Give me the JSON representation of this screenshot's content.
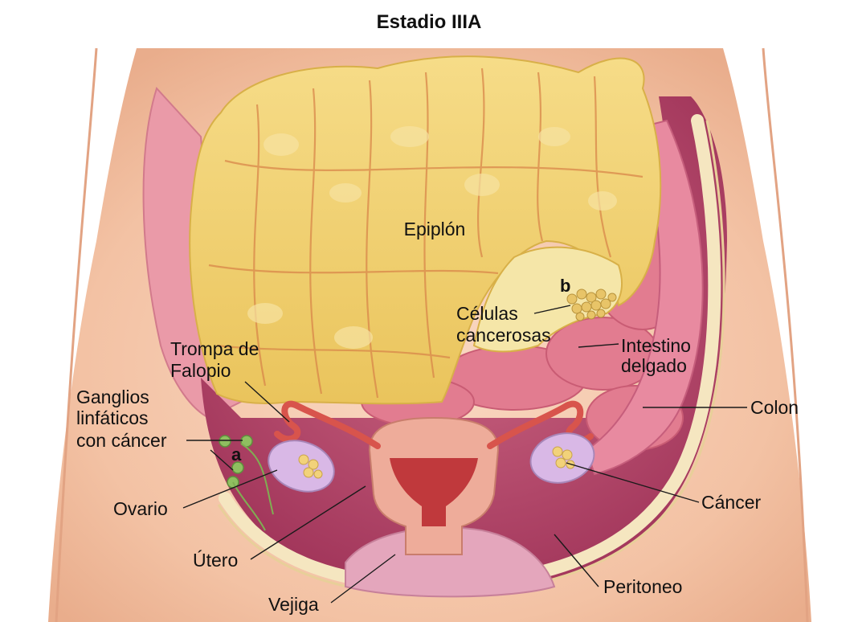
{
  "title": "Estadio IIIA",
  "labels": {
    "epiplon": "Epiplón",
    "b": "b",
    "celulas_line1": "Células",
    "celulas_line2": "cancerosas",
    "intestino_line1": "Intestino",
    "intestino_line2": "delgado",
    "trompa_line1": "Trompa de",
    "trompa_line2": "Falopio",
    "ganglios_line1": "Ganglios",
    "ganglios_line2": "linfáticos",
    "ganglios_line3": "con cáncer",
    "a": "a",
    "colon": "Colon",
    "ovario": "Ovario",
    "cancer": "Cáncer",
    "utero": "Útero",
    "peritoneo": "Peritoneo",
    "vejiga": "Vejiga"
  },
  "colors": {
    "skin": "#f6c9ad",
    "skin_shadow": "#e7a88a",
    "omentum": "#f0d070",
    "omentum_light": "#f7e4a0",
    "omentum_vessel": "#d88a4a",
    "intestine": "#e47a8a",
    "cavity": "#b8486a",
    "peritoneum": "#f5e6c0",
    "uterus": "#e8a090",
    "uterus_inner": "#c23a3a",
    "ovary": "#d8b6e4",
    "tumor": "#f2d27a",
    "lymph": "#8fbf60"
  }
}
